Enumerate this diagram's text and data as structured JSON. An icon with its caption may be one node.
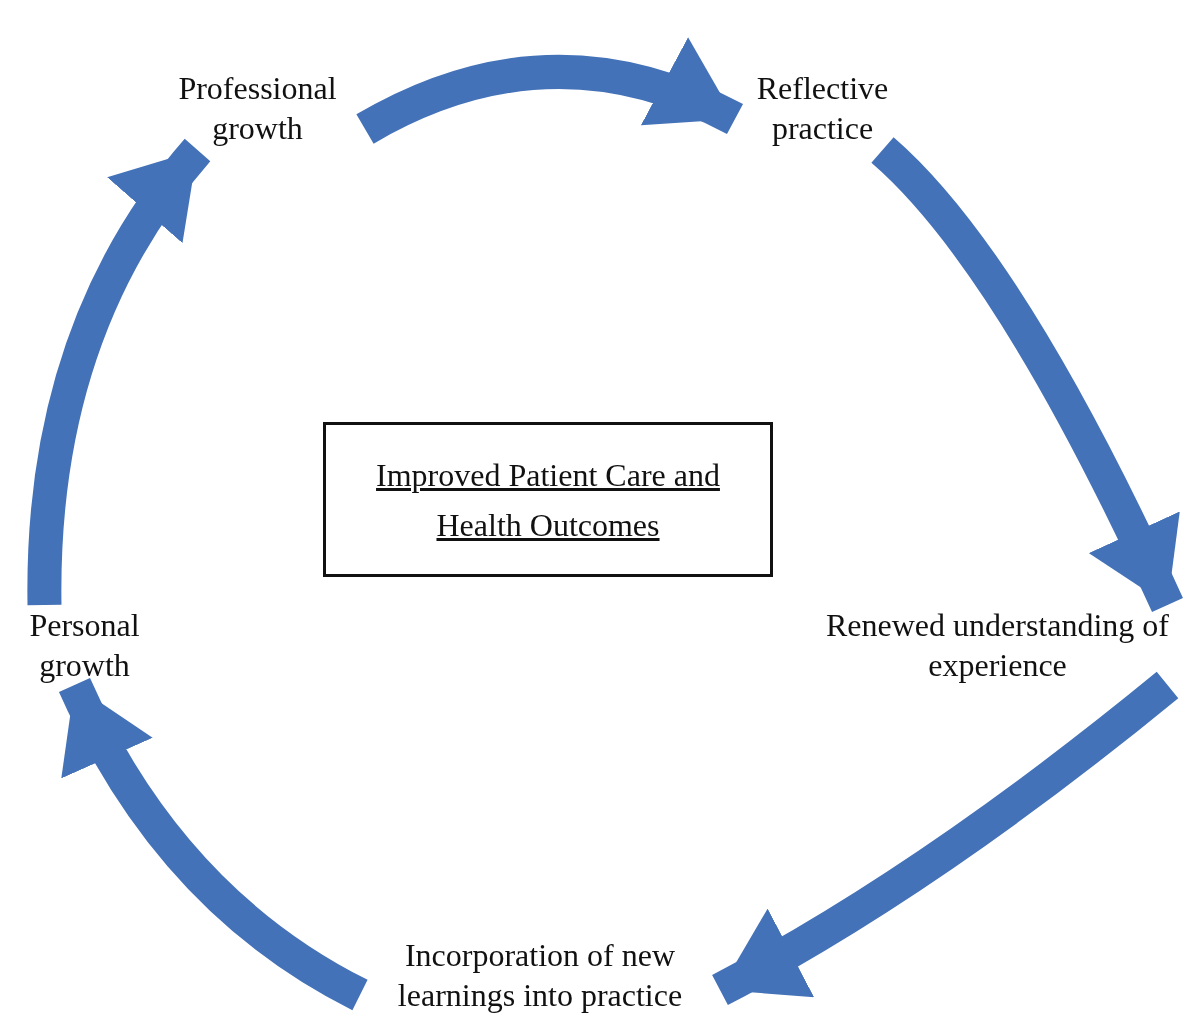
{
  "diagram": {
    "nodes": [
      {
        "text": [
          "Professional growth"
        ]
      },
      {
        "text": [
          "Reflective practice"
        ]
      },
      {
        "text": [
          "Renewed understanding of experience"
        ]
      },
      {
        "text": [
          "Incorporation of new learnings into practice"
        ]
      },
      {
        "text": [
          "Personal growth"
        ]
      },
      {
        "text": [
          "Improved Patient Care and Health Outcomes"
        ]
      }
    ],
    "edges": [
      {
        "from": 0,
        "to": 1,
        "arrow": "to"
      },
      {
        "from": 1,
        "to": 2,
        "arrow": "to"
      },
      {
        "from": 2,
        "to": 3,
        "arrow": "to"
      },
      {
        "from": 3,
        "to": 4,
        "arrow": "to"
      },
      {
        "from": 4,
        "to": 0,
        "arrow": "to"
      }
    ]
  }
}
